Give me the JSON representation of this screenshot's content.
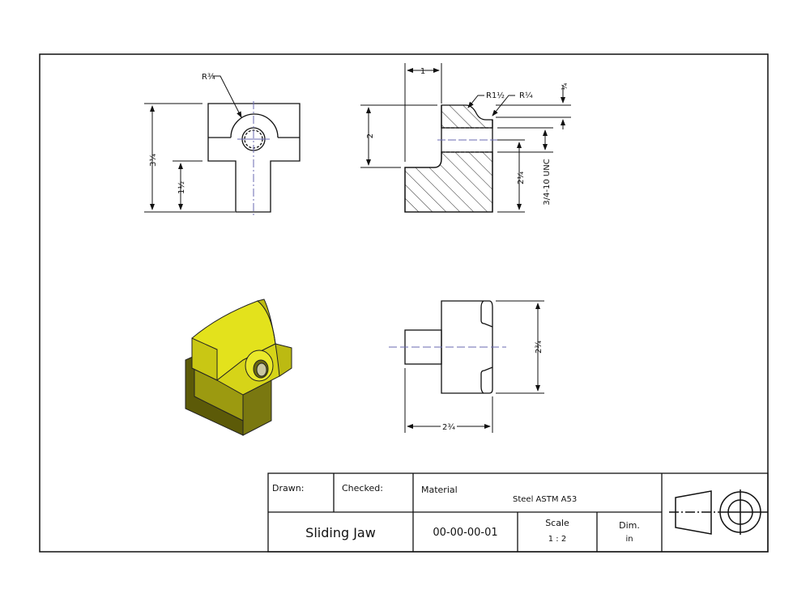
{
  "drawing": {
    "part_name": "Sliding Jaw",
    "views": {
      "front": {
        "dims": {
          "height_total": "3¼",
          "stem_height": "1½",
          "radius_label": "R¾"
        }
      },
      "section": {
        "dims": {
          "top_width": "1",
          "height_upper": "2",
          "radius_large": "R1½",
          "radius_small": "R¼",
          "gap_top": "¼",
          "hole_height": "2¼",
          "thread": "3/4-10 UNC"
        }
      },
      "top": {
        "dims": {
          "width": "2¾",
          "length": "2¾"
        }
      },
      "isometric": {
        "color": "#e3e21c",
        "shade_color": "#9c9a10",
        "dark_color": "#5c5a08"
      }
    }
  },
  "title_block": {
    "drawn_label": "Drawn:",
    "checked_label": "Checked:",
    "material_label": "Material",
    "material_value": "Steel ASTM A53",
    "part_name": "Sliding Jaw",
    "part_number": "00-00-00-01",
    "scale_label": "Scale",
    "scale_value": "1 : 2",
    "dim_label": "Dim.",
    "dim_value": "in",
    "projection_symbol": "third-angle-projection-icon"
  },
  "colors": {
    "line": "#111111",
    "centerline": "#6a6ab0",
    "hatch": "#222222"
  }
}
